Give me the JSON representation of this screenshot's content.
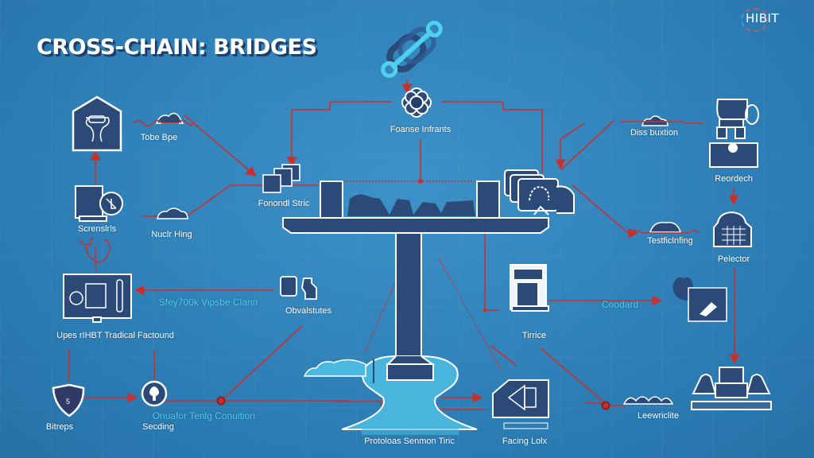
{
  "header": {
    "title": "CROSS-CHAIN: BRIDGES",
    "brand": "HIBIT",
    "brand_icon": "pi-logo-icon"
  },
  "colors": {
    "background": "#2f80b8",
    "node_fill": "#2b4a78",
    "node_stroke": "#ffffff",
    "connector": "#c9302c",
    "accent_cyan": "#4fd0ee"
  },
  "center": {
    "chain_icon": "chain-link-icon",
    "hub_label": "Foanse Infrants",
    "hub_icon": "gear-flower-icon",
    "base_label": "Protoloas Senmon Tiric"
  },
  "nodes": [
    {
      "id": "tobe",
      "label": "Tobe Bpe",
      "icon": "cloud-network-icon"
    },
    {
      "id": "screensirls",
      "label": "Screnslrls",
      "icon": "monitor-device-icon"
    },
    {
      "id": "nuclr",
      "label": "Nuclr Hing",
      "icon": "cloud-network-icon"
    },
    {
      "id": "fonond",
      "label": "Fonondl Stric",
      "icon": "stacked-cards-icon"
    },
    {
      "id": "upes",
      "label": "Upes rIHBT Tradical Factound",
      "icon": "document-panel-icon"
    },
    {
      "id": "obvals",
      "label": "Obvalstutes",
      "icon": "devices-icon"
    },
    {
      "id": "bitreps",
      "label": "Bitreps",
      "icon": "shield-icon"
    },
    {
      "id": "secding",
      "label": "Secding",
      "icon": "pin-circle-icon"
    },
    {
      "id": "disbution",
      "label": "Diss buxtion",
      "icon": "cloud-network-icon"
    },
    {
      "id": "reordech",
      "label": "Reordech",
      "icon": "server-stack-icon"
    },
    {
      "id": "testfic",
      "label": "Testficlnfing",
      "icon": "cloud-network-icon"
    },
    {
      "id": "pelector",
      "label": "Pelector",
      "icon": "building-grid-icon"
    },
    {
      "id": "tirrice",
      "label": "Tirrice",
      "icon": "machine-panel-icon"
    },
    {
      "id": "coodard",
      "label": "Coodard",
      "icon": "puzzle-piece-icon"
    },
    {
      "id": "facing",
      "label": "Facing Lolx",
      "icon": "shield-card-icon"
    },
    {
      "id": "leewriclite",
      "label": "Leewriclite",
      "icon": "cloud-network-icon"
    },
    {
      "id": "warehouse",
      "label": "",
      "icon": "warehouse-icon"
    },
    {
      "id": "monitors",
      "label": "",
      "icon": "monitor-stack-icon"
    }
  ],
  "annotations": [
    {
      "id": "sfey",
      "text": "Sfey700k Vipsbe Clann"
    },
    {
      "id": "onuafor",
      "text": "Onuafor Tenlg Conuition."
    }
  ]
}
